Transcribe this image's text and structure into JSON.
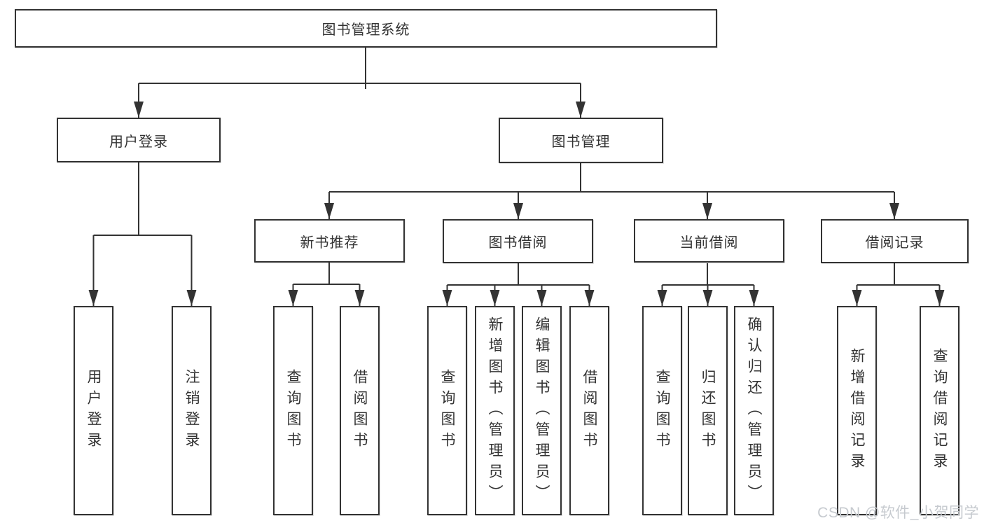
{
  "nodes": {
    "root": "图书管理系统",
    "user_login": "用户登录",
    "book_management": "图书管理",
    "new_book_recommend": "新书推荐",
    "book_borrow": "图书借阅",
    "current_borrow": "当前借阅",
    "borrow_records": "借阅记录",
    "leaves": {
      "user_login": [
        "用户登录",
        "注销登录"
      ],
      "new_book_recommend": [
        "查询图书",
        "借阅图书"
      ],
      "book_borrow": [
        "查询图书",
        "新增图书（管理员）",
        "编辑图书（管理员）",
        "借阅图书"
      ],
      "current_borrow": [
        "查询图书",
        "归还图书",
        "确认归还（管理员）"
      ],
      "borrow_records": [
        "新增借阅记录",
        "查询借阅记录"
      ]
    }
  },
  "watermark": "CSDN @软件_小贺同学",
  "colors": {
    "line": "#333333",
    "text": "#333333",
    "watermark": "#c6cacf",
    "background": "#ffffff"
  }
}
